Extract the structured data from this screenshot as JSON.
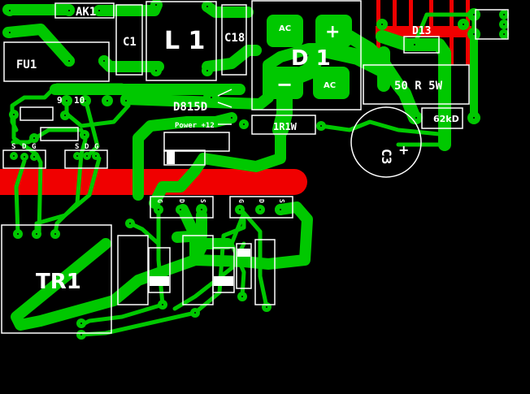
{
  "colors": {
    "top_copper": "#00c800",
    "bottom_copper": "#f00000",
    "silkscreen": "#ffffff",
    "background": "#000000"
  },
  "components": {
    "ak1": "AK1",
    "c1": "C1",
    "l1": "L 1",
    "c18": "C18",
    "fu1": "FU1",
    "d1": "D 1",
    "d1_ac1": "AC",
    "d1_ac2": "AC",
    "d1_plus": "+",
    "d1_minus": "−",
    "d13": "D13",
    "r50": "50 R 5W",
    "r62k": "62kD",
    "r1r1w": "1R1W",
    "cap_label": "C3",
    "cap_plus": "+",
    "d815": "D815D",
    "power": "Power +12",
    "pin9": "9",
    "pin10": "10",
    "tr1": "TR1",
    "mosfet_left_pins": [
      "S",
      "D",
      "G"
    ],
    "mosfet_right_pins": [
      "S",
      "D",
      "G"
    ],
    "mosfet_mid1_pins": [
      "G",
      "D",
      "S"
    ],
    "mosfet_mid2_pins": [
      "G",
      "D",
      "S"
    ]
  }
}
